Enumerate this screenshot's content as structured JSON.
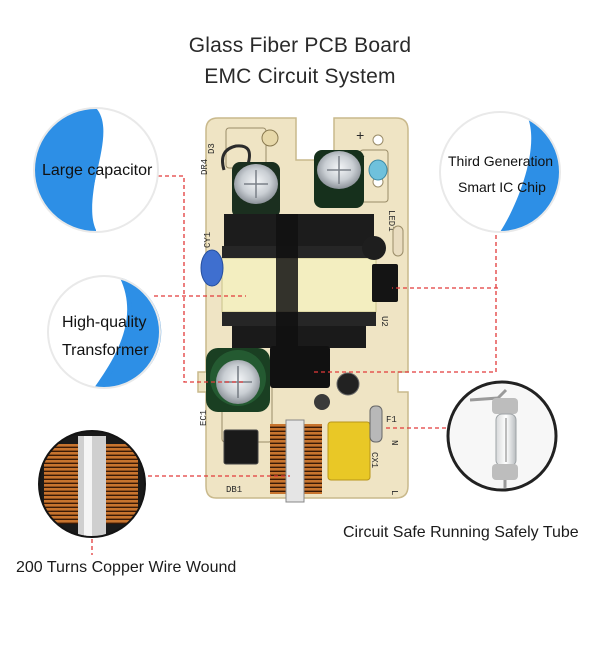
{
  "title_line1": "Glass Fiber PCB Board",
  "title_line2": "EMC Circuit System",
  "callouts": {
    "large_capacitor": "Large capacitor",
    "transformer_line1": "High-quality",
    "transformer_line2": "Transformer",
    "ic_line1": "Third Generation",
    "ic_line2": "Smart  IC Chip",
    "fuse_tube": "Circuit Safe Running Safely Tube",
    "copper_wire": "200 Turns Copper Wire Wound"
  },
  "board_silkscreen": [
    "DR4",
    "D3",
    "LED1",
    "CY1",
    "U2",
    "EC1",
    "DB1",
    "F1",
    "CX1",
    "N",
    "L"
  ],
  "colors": {
    "accent_blue": "#2d8fe6",
    "leader_red": "#e23a3a",
    "board": "#efe4c4"
  }
}
